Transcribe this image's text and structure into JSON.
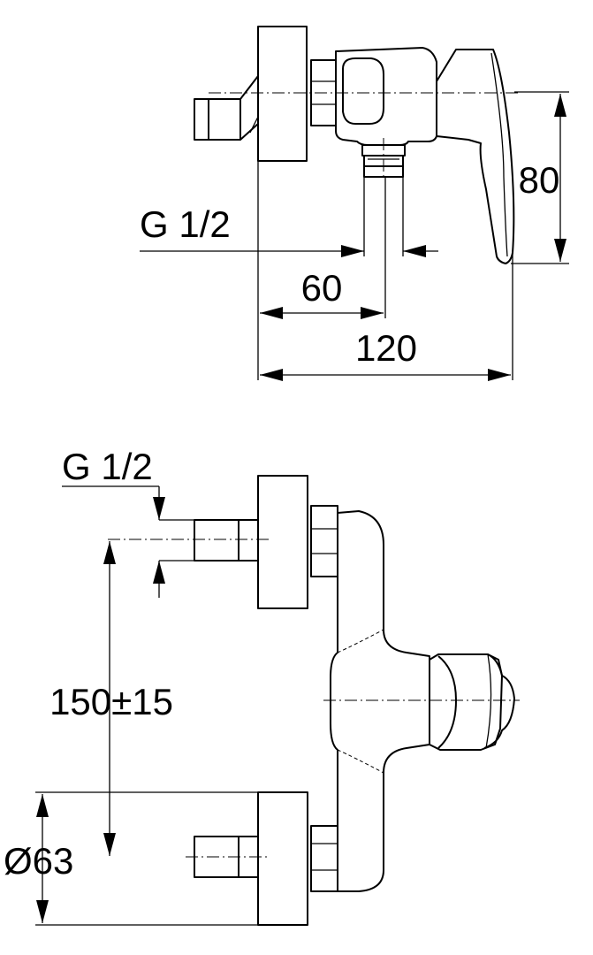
{
  "top_view": {
    "thread_label": "G 1/2",
    "dim_height": "80",
    "dim_offset": "60",
    "dim_depth": "120"
  },
  "front_view": {
    "thread_label": "G 1/2",
    "dim_spacing": "150±15",
    "dim_diameter": "Ø63"
  }
}
